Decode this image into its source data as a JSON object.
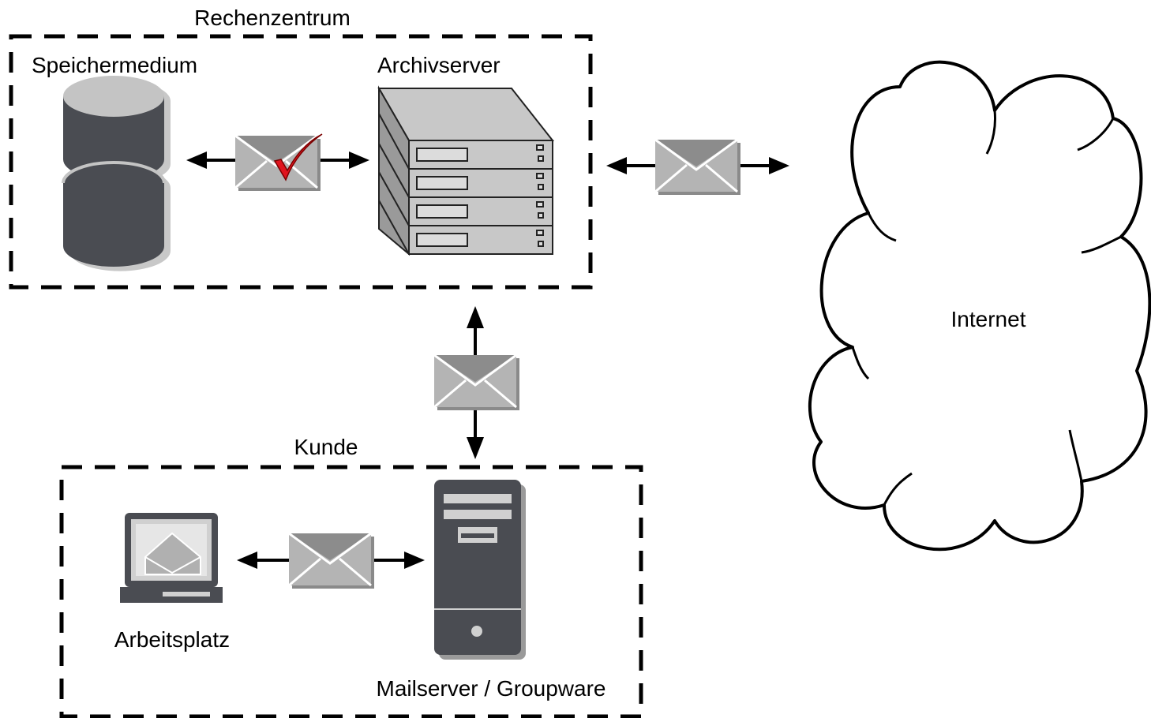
{
  "groups": {
    "datacenter": {
      "title": "Rechenzentrum"
    },
    "customer": {
      "title": "Kunde"
    }
  },
  "nodes": {
    "storage": {
      "label": "Speichermedium",
      "icon": "database-icon"
    },
    "archive_server": {
      "label": "Archivserver",
      "icon": "rack-server-icon"
    },
    "internet": {
      "label": "Internet",
      "icon": "cloud-icon"
    },
    "mail_server": {
      "label": "Mailserver / Groupware",
      "icon": "tower-server-icon"
    },
    "workstation": {
      "label": "Arbeitsplatz",
      "icon": "laptop-mail-icon"
    }
  },
  "messages": [
    {
      "between": [
        "storage",
        "archive_server"
      ],
      "icon": "envelope-check-icon"
    },
    {
      "between": [
        "archive_server",
        "internet"
      ],
      "icon": "envelope-icon"
    },
    {
      "between": [
        "archive_server",
        "mail_server"
      ],
      "icon": "envelope-icon"
    },
    {
      "between": [
        "workstation",
        "mail_server"
      ],
      "icon": "envelope-icon"
    }
  ],
  "colors": {
    "device_dark": "#4a4c52",
    "device_light": "#c8c8c8",
    "envelope": "#b4b4b4",
    "check": "#e0141e"
  }
}
